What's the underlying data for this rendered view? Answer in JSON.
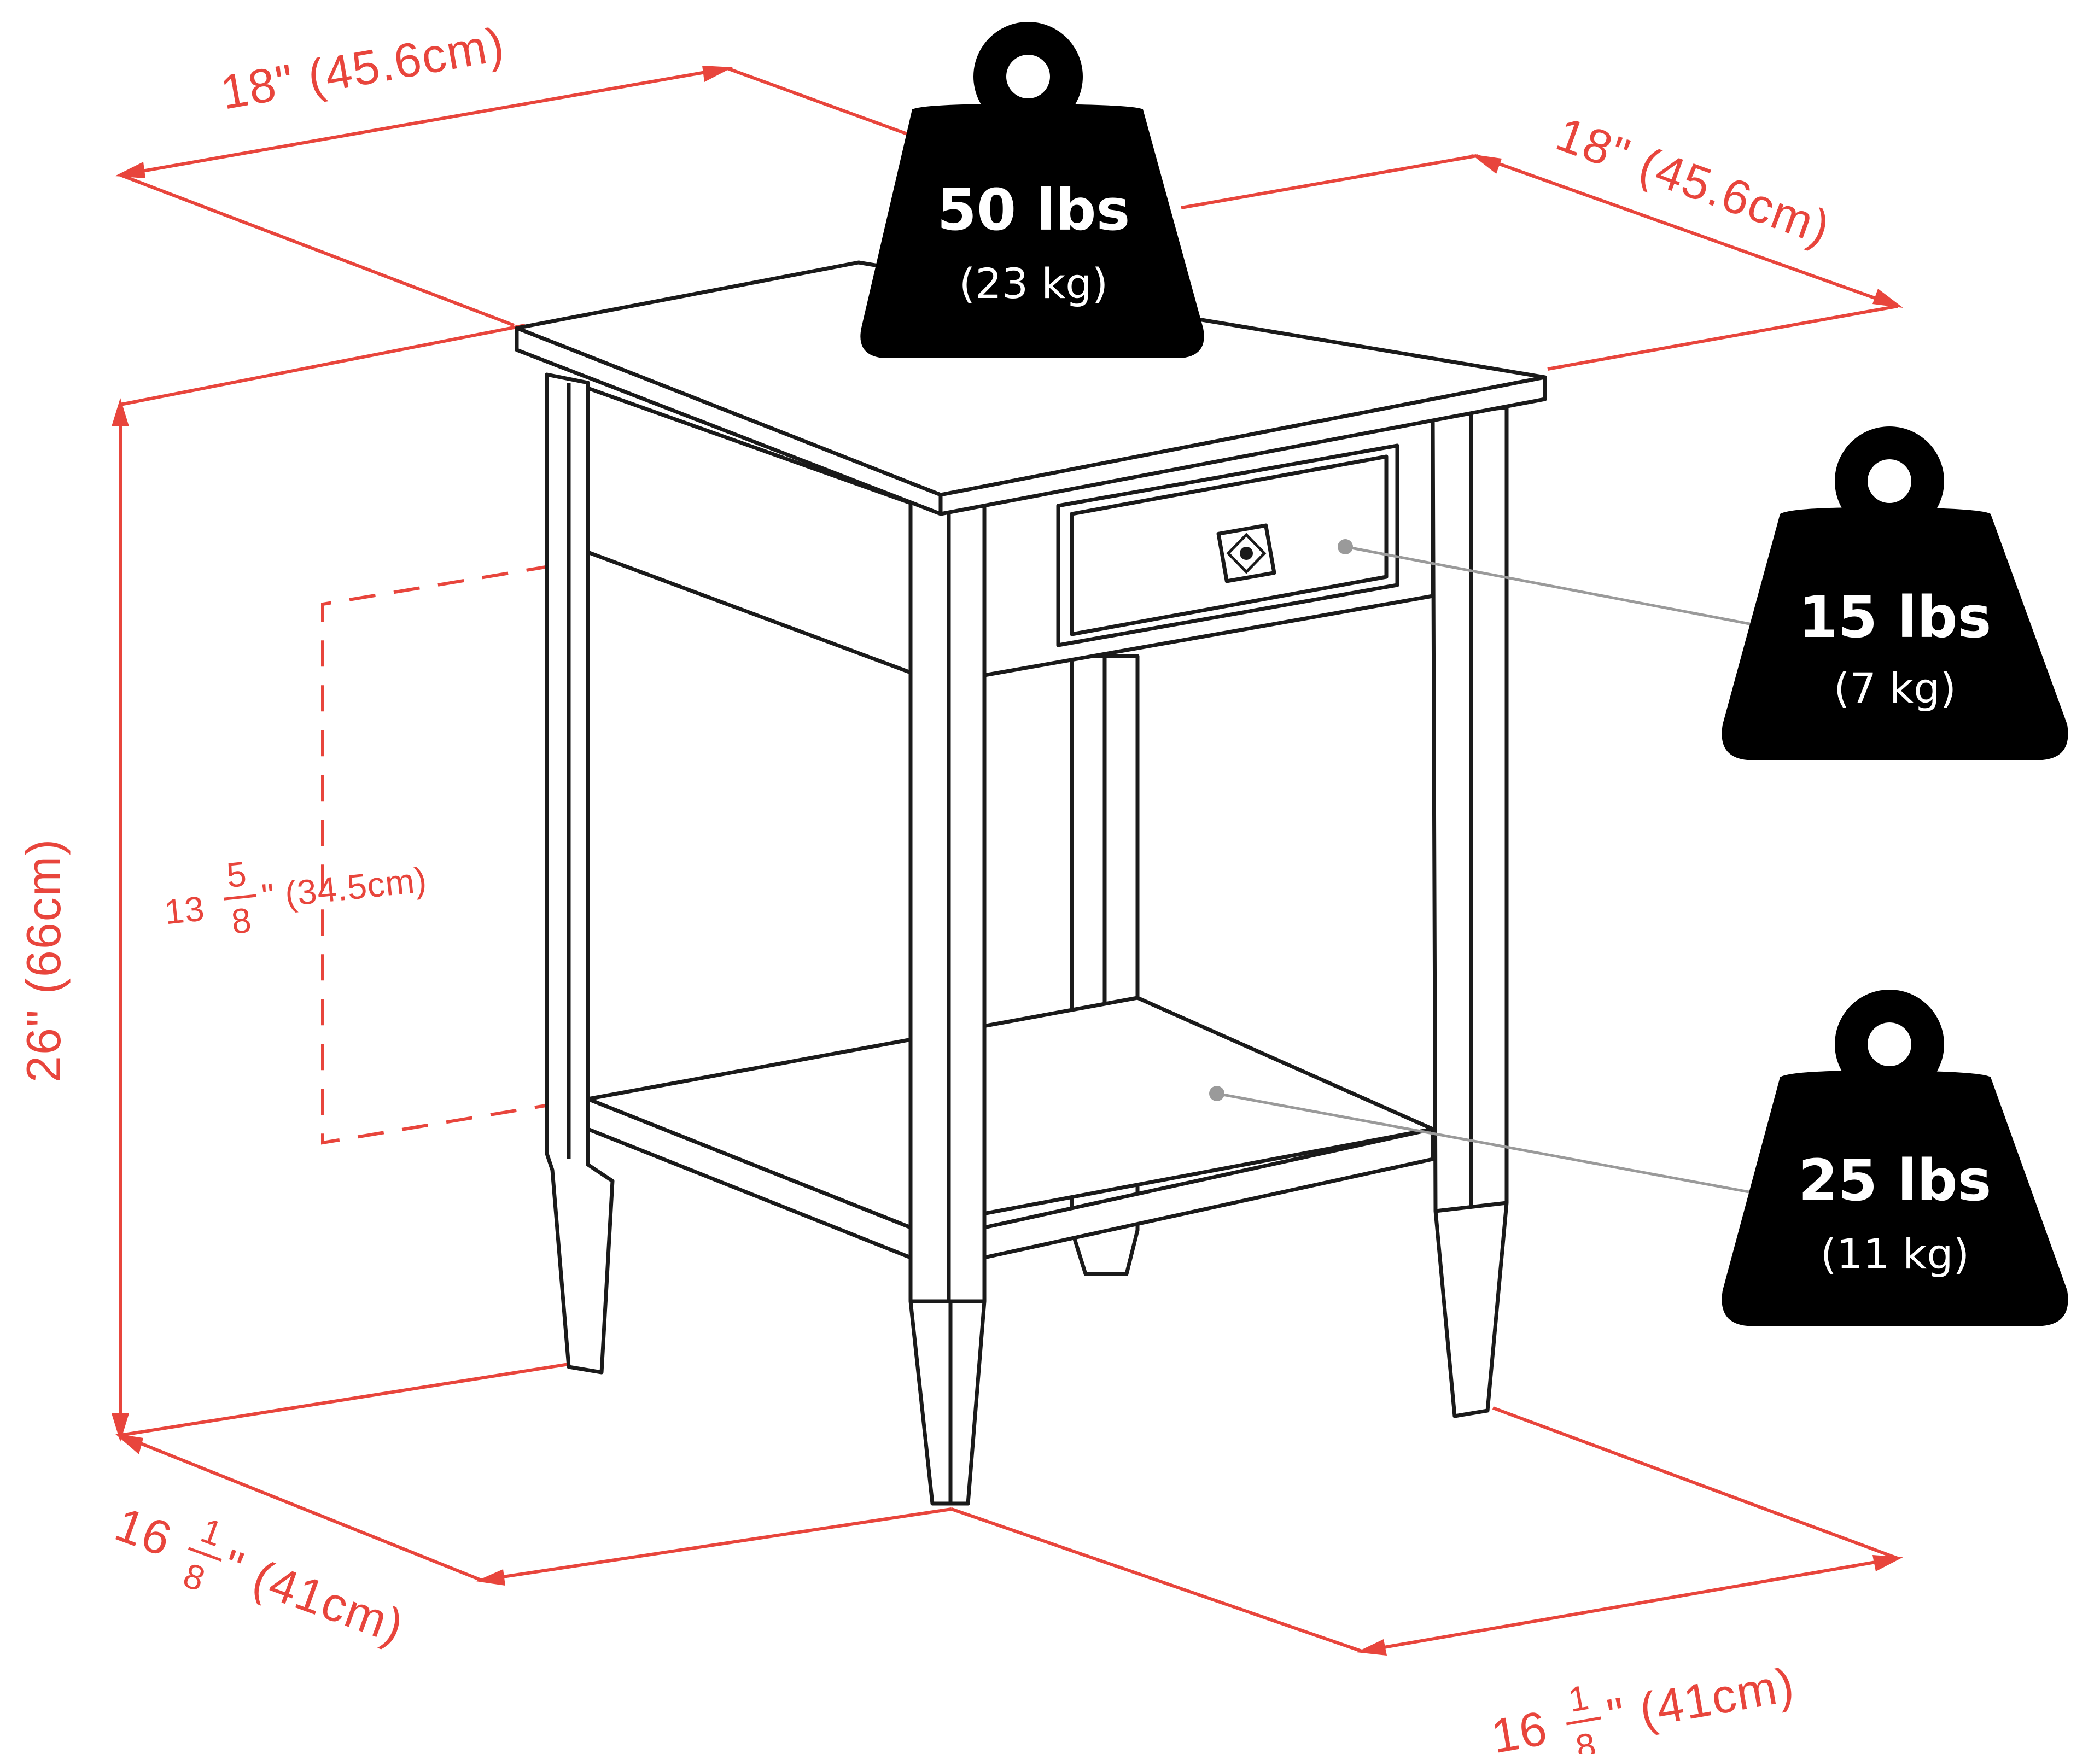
{
  "dimensions": {
    "top_left": "18\" (45.6cm)",
    "top_right": "18\" (45.6cm)",
    "height": "26\" (66cm)",
    "shelf_gap_whole": "13",
    "shelf_gap_num": "5",
    "shelf_gap_den": "8",
    "shelf_gap_rest": "\" (34.5cm)",
    "bottom_left_whole": "16",
    "bottom_left_num": "1",
    "bottom_left_den": "8",
    "bottom_left_rest": "\" (41cm)",
    "bottom_right_whole": "16",
    "bottom_right_num": "1",
    "bottom_right_den": "8",
    "bottom_right_rest": "\" (41cm)"
  },
  "weights": {
    "top": {
      "lbs": "50 lbs",
      "kg": "(23 kg)"
    },
    "drawer": {
      "lbs": "15 lbs",
      "kg": "(7 kg)"
    },
    "shelf": {
      "lbs": "25 lbs",
      "kg": "(11 kg)"
    }
  },
  "colors": {
    "dimension": "#e8453c",
    "outline": "#1a1a1a",
    "weight_fill": "#000000",
    "leader": "#9a9a9a"
  }
}
